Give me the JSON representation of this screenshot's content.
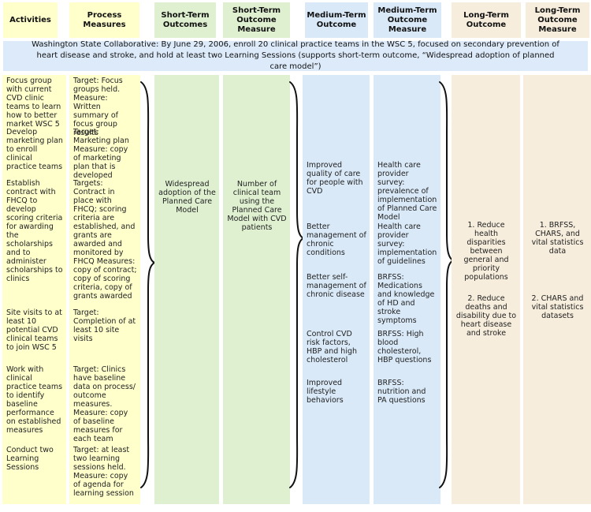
{
  "header": {
    "columns": [
      "Activities",
      "Process Measures",
      "Short-Term Outcomes",
      "Short-Term Outcome Measure",
      "Medium-Term Outcome",
      "Medium-Term Outcome Measure",
      "Long-Term Outcome",
      "Long-Term Outcome Measure"
    ]
  },
  "banner": {
    "text": "Washington State Collaborative: By June 29, 2006, enroll 20 clinical practice teams in the WSC 5, focused on secondary prevention of heart disease and stroke, and hold at least two Learning Sessions (supports short-term outcome, “Widespread adoption of planned care model”)"
  },
  "columns": {
    "activities": {
      "items": [
        "Focus group with current CVD clinic teams to learn how to better market WSC 5",
        "Develop marketing plan to enroll clinical practice teams",
        "Establish contract with FHCQ to develop scoring criteria for awarding the scholarships and to administer scholarships to clinics",
        "Site visits to at least 10 potential CVD clinical teams to join WSC 5",
        "Work with clinical practice teams to identify baseline performance on established measures",
        "Conduct two Learning Sessions"
      ]
    },
    "process_measures": {
      "items": [
        "Target: Focus groups held. Measure: Written summary of focus group results",
        "Target: Marketing plan Measure: copy of marketing plan that is developed",
        "Targets: Contract in place with FHCQ; scoring criteria are established, and grants are awarded and monitored by FHCQ Measures: copy of contract; copy of scoring criteria, copy of grants awarded",
        "Target: Completion of at least 10 site visits",
        "Target: Clinics have baseline data on process/ outcome measures. Measure: copy of baseline measures for each team",
        "Target: at least two learning sessions held. Measure: copy of agenda for learning session"
      ]
    },
    "short_term_outcomes": {
      "items": [
        "Widespread adoption of the Planned Care Model"
      ]
    },
    "short_term_outcome_measure": {
      "items": [
        "Number of clinical team using the Planned Care Model with CVD patients"
      ]
    },
    "medium_term_outcome": {
      "items": [
        "Improved quality of care for people with CVD",
        "Better management of chronic conditions",
        "Better self-management of chronic disease",
        "Control CVD risk factors, HBP and high cholesterol",
        "Improved lifestyle behaviors"
      ]
    },
    "medium_term_outcome_measure": {
      "items": [
        "Health care provider survey: prevalence of implementation of Planned Care Model",
        "Health care provider survey: implementation of guidelines",
        "BRFSS: Medications and knowledge of HD and stroke symptoms",
        "BRFSS: High blood cholesterol, HBP questions",
        "BRFSS: nutrition and PA questions"
      ]
    },
    "long_term_outcome": {
      "items": [
        "1. Reduce health disparities between general and priority populations",
        "2. Reduce deaths and disability due to heart disease and stroke"
      ]
    },
    "long_term_outcome_measure": {
      "items": [
        "1. BRFSS, CHARS, and vital statistics data",
        "2. CHARS and vital statistics datasets"
      ]
    }
  },
  "icons": {
    "brace": "right-curly-brace"
  },
  "colors": {
    "yellow": "#FFFFCC",
    "green": "#DFF0D1",
    "blue": "#D9E9F8",
    "tan": "#F6EDDC",
    "banner": "#DCEAFA",
    "brace": "#111111"
  }
}
